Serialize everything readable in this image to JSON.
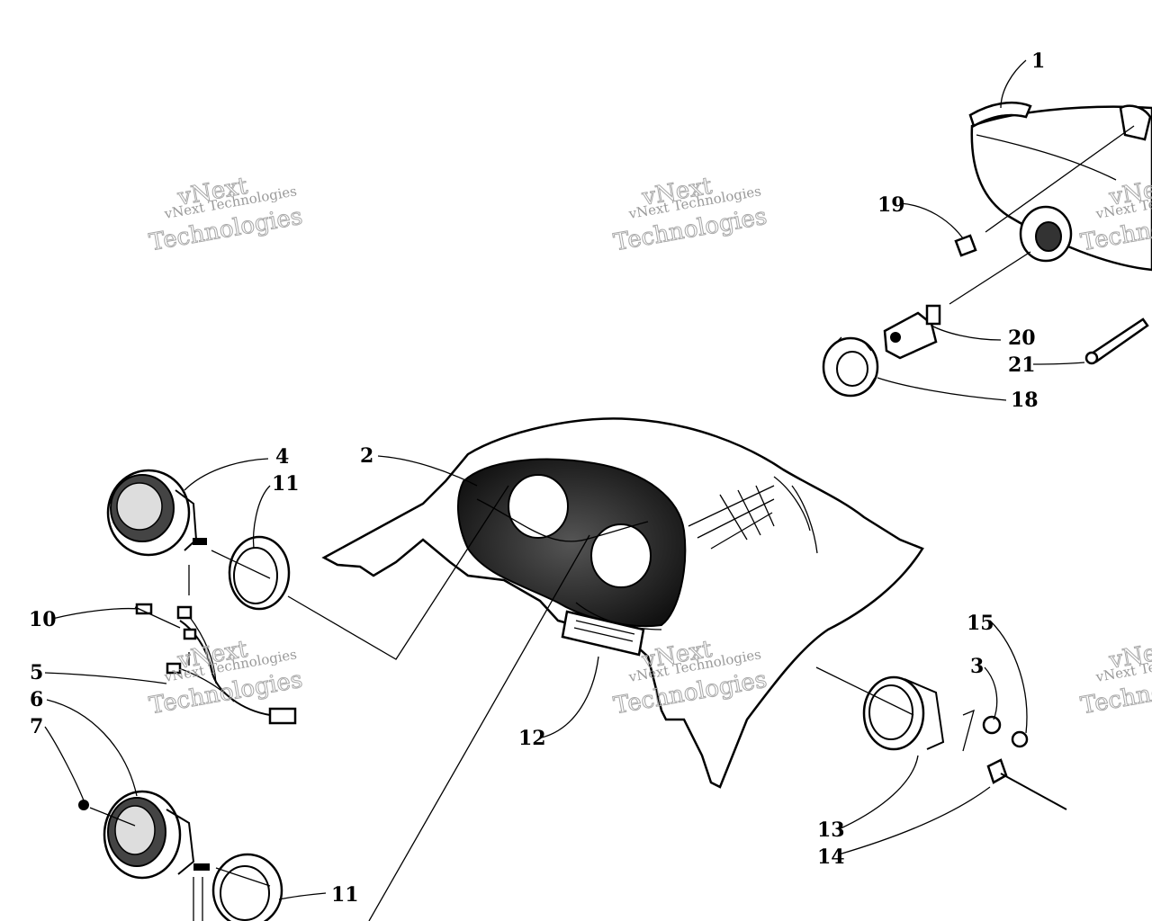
{
  "callouts": {
    "c1": "1",
    "c2": "2",
    "c3": "3",
    "c4": "4",
    "c5": "5",
    "c6": "6",
    "c7": "7",
    "c10": "10",
    "c11a": "11",
    "c11b": "11",
    "c12": "12",
    "c13": "13",
    "c14": "14",
    "c15": "15",
    "c18": "18",
    "c19": "19",
    "c20": "20",
    "c21": "21"
  },
  "watermark": {
    "line1": "vNext",
    "line2": "vNext Technologies",
    "line3": "Technologies"
  },
  "colors": {
    "ink": "#000000",
    "paper": "#ffffff",
    "watermark": "#a0a0a0"
  }
}
